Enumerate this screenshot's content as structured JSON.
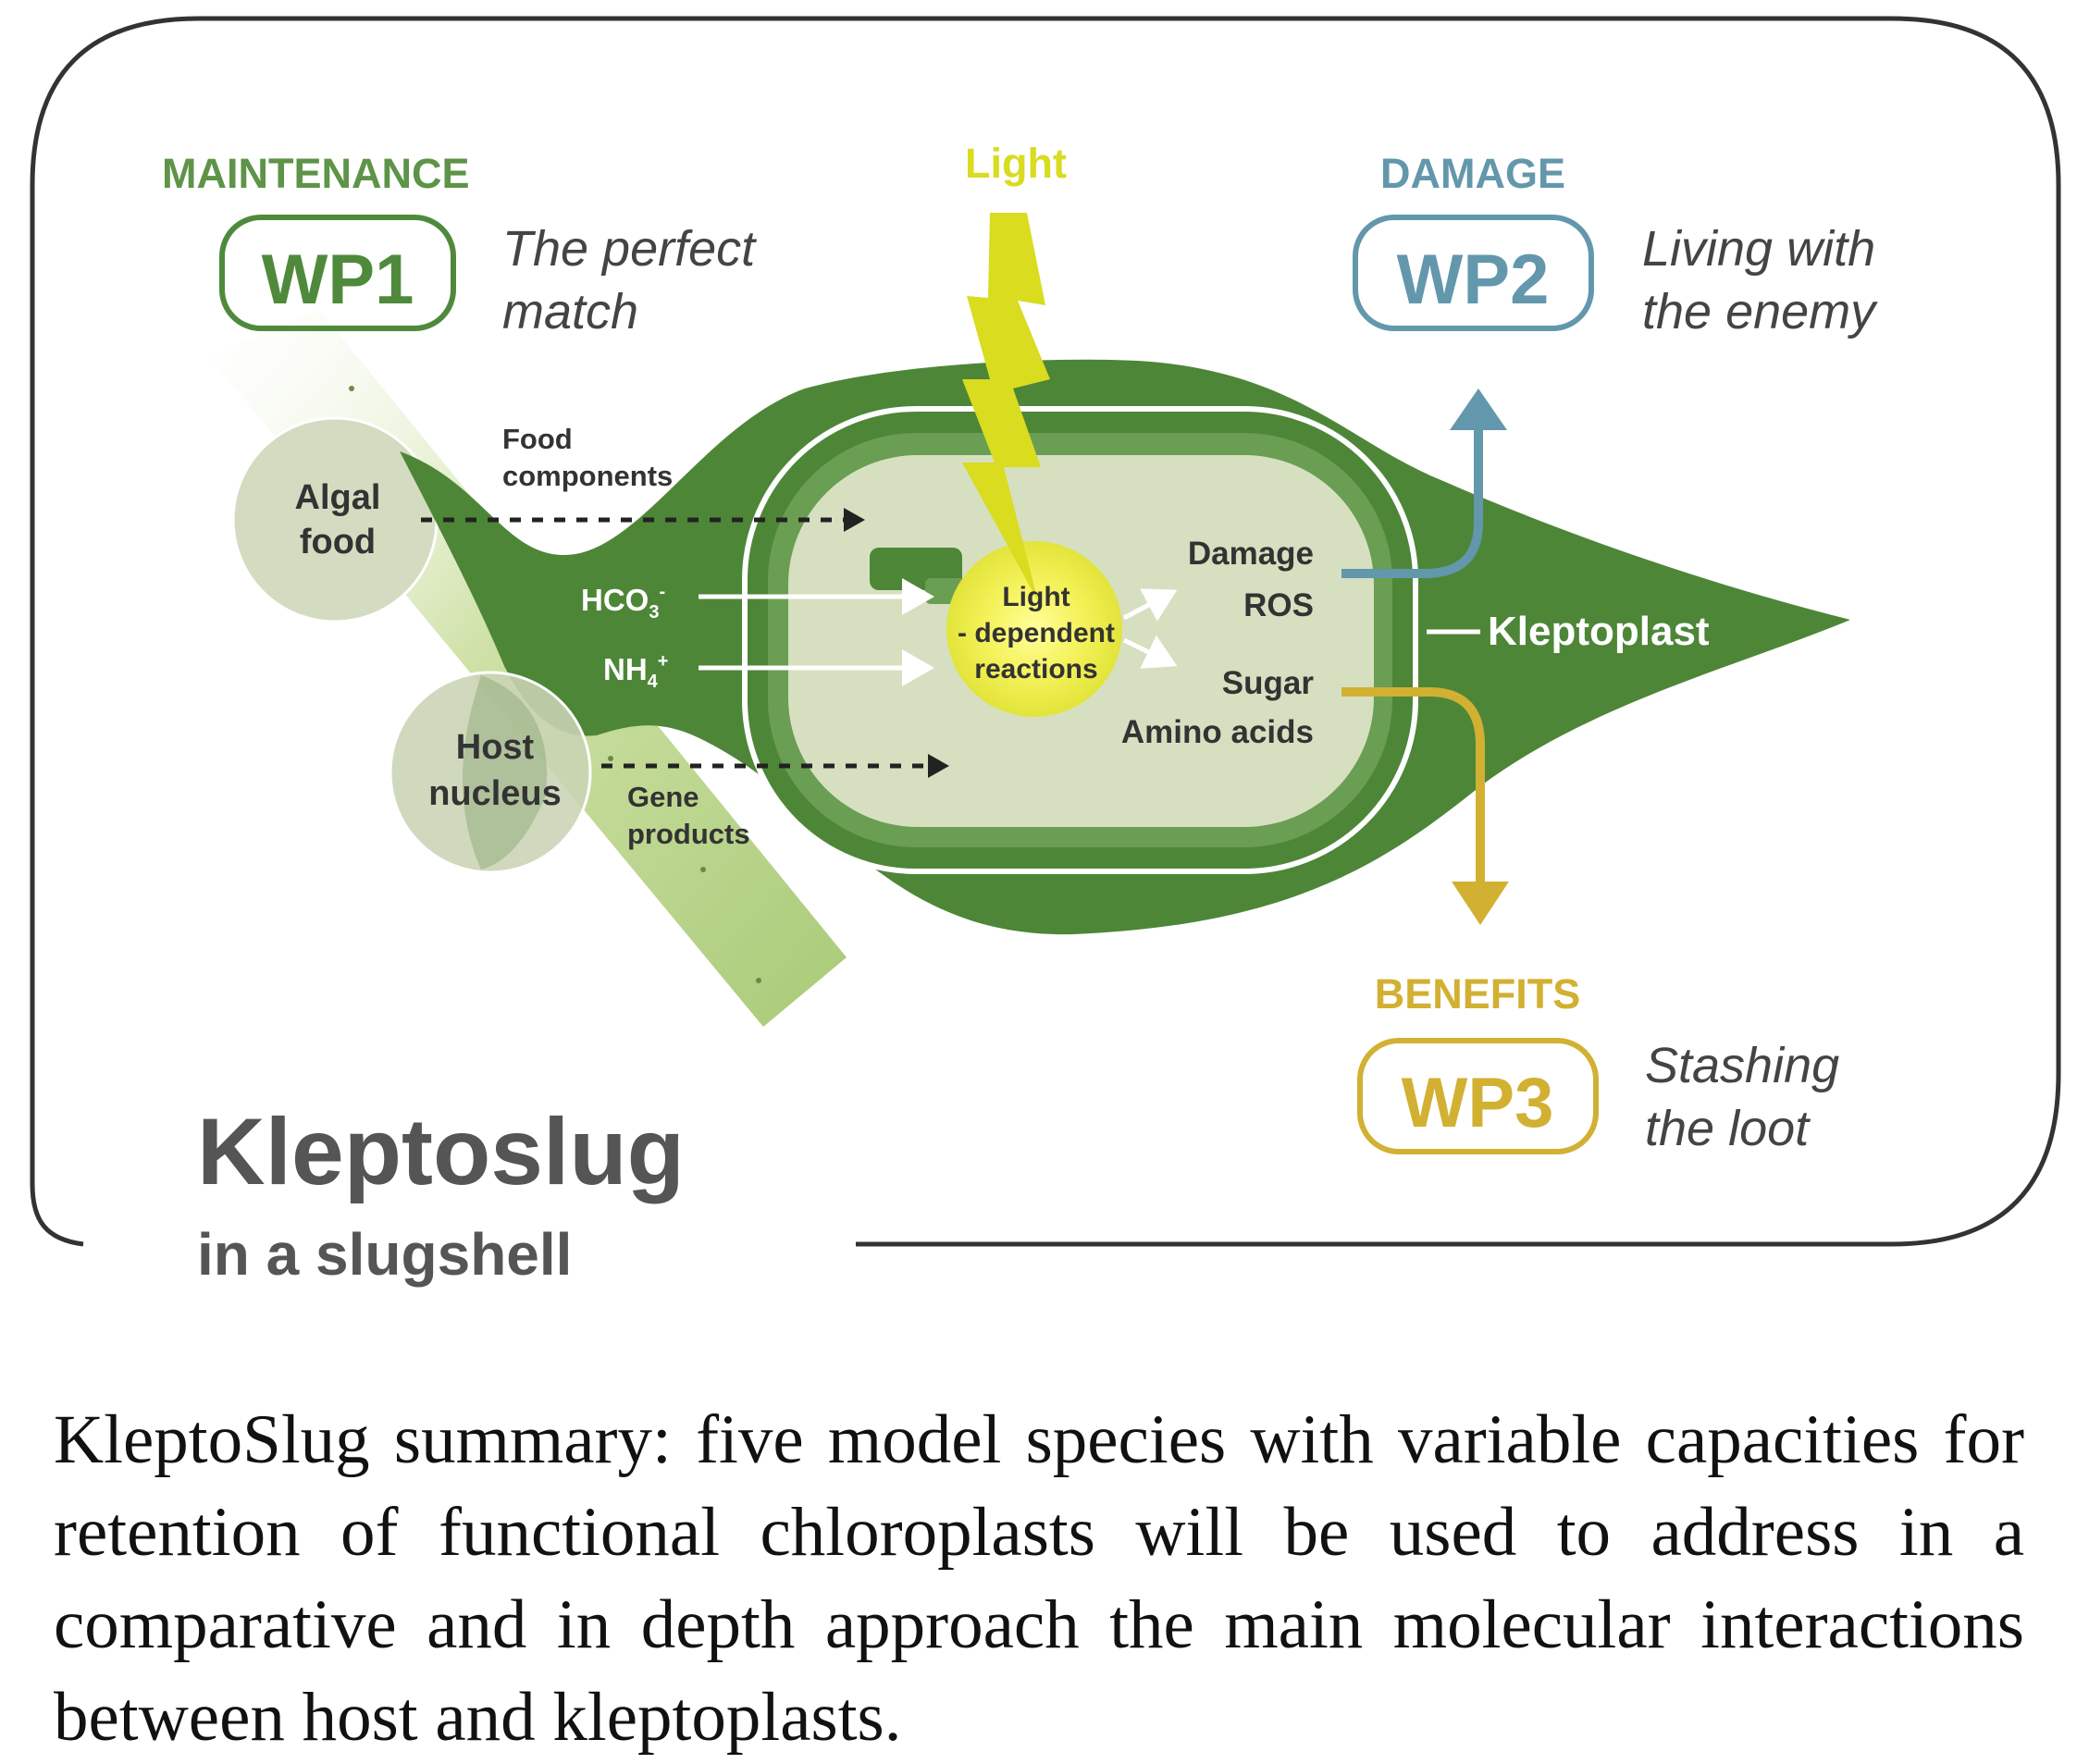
{
  "colors": {
    "dark_green": "#4f8a3c",
    "body_green": "#4e8638",
    "mid_green": "#6a9e52",
    "pale_green": "#d6e0c0",
    "lime": "#b8d468",
    "yellow": "#d9dc1f",
    "blue": "#6397ac",
    "gold": "#d2b032",
    "text_gray": "#555555",
    "frame": "#333333"
  },
  "icons": [
    "lightning-bolt-icon",
    "arrow-up-icon",
    "arrow-down-icon"
  ],
  "wp1": {
    "category": "MAINTENANCE",
    "code": "WP1",
    "line1": "The perfect",
    "line2": "match"
  },
  "wp2": {
    "category": "DAMAGE",
    "code": "WP2",
    "line1": "Living with",
    "line2": "the enemy"
  },
  "wp3": {
    "category": "BENEFITS",
    "code": "WP3",
    "line1": "Stashing",
    "line2": "the loot"
  },
  "light": "Light",
  "food_components": {
    "line1": "Food",
    "line2": "components"
  },
  "algal_food": {
    "line1": "Algal",
    "line2": "food"
  },
  "host_nucleus": {
    "line1": "Host",
    "line2": "nucleus"
  },
  "gene_products": {
    "line1": "Gene",
    "line2": "products"
  },
  "hco3": {
    "base": "HCO",
    "sub": "3",
    "sup": "-"
  },
  "nh4": {
    "base": "NH",
    "sub": "4",
    "sup": "+"
  },
  "reactions": {
    "line1": "Light",
    "line2": "- dependent",
    "line3": "reactions"
  },
  "outputs": {
    "damage": "Damage",
    "ros": "ROS",
    "sugar": "Sugar",
    "amino": "Amino acids"
  },
  "kleptoplast": "Kleptoplast",
  "title": {
    "main": "Kleptoslug",
    "sub": "in a slugshell"
  },
  "caption": "KleptoSlug summary: five model species with variable capacities for retention of functional chloroplasts will be used to address in a comparative and in depth approach the main molecular interactions between host and kleptoplasts."
}
